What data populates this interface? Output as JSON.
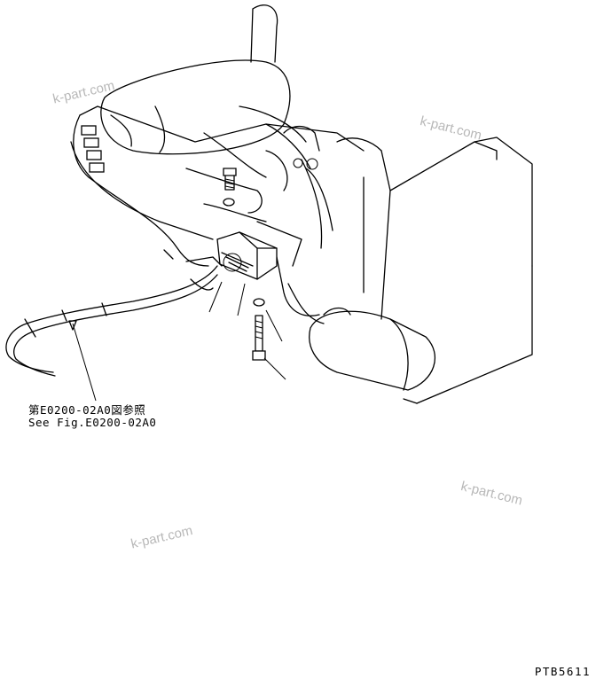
{
  "reference": {
    "japanese": "第E0200-02A0図参照",
    "english": "See Fig.E0200-02A0"
  },
  "drawing_code": "PTB5611",
  "watermarks": [
    "k-part.com",
    "k-part.com",
    "k-part.com",
    "k-part.com"
  ]
}
